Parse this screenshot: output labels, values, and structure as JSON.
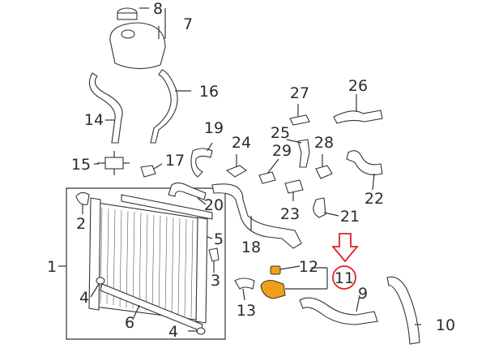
{
  "labels": {
    "l1": "1",
    "l2": "2",
    "l3": "3",
    "l4a": "4",
    "l4b": "4",
    "l5": "5",
    "l6": "6",
    "l7": "7",
    "l8": "8",
    "l9": "9",
    "l10": "10",
    "l11": "11",
    "l12": "12",
    "l13": "13",
    "l14": "14",
    "l15": "15",
    "l16": "16",
    "l17": "17",
    "l18": "18",
    "l19": "19",
    "l20": "20",
    "l21": "21",
    "l22": "22",
    "l23": "23",
    "l24": "24",
    "l25": "25",
    "l26": "26",
    "l27": "27",
    "l28": "28",
    "l29": "29"
  },
  "colors": {
    "highlight_part": "#f0a018",
    "indicator": "#e02020",
    "line": "#333333"
  },
  "icons": {
    "pointer": "down-arrow-icon",
    "callout": "circle-highlight-icon"
  }
}
